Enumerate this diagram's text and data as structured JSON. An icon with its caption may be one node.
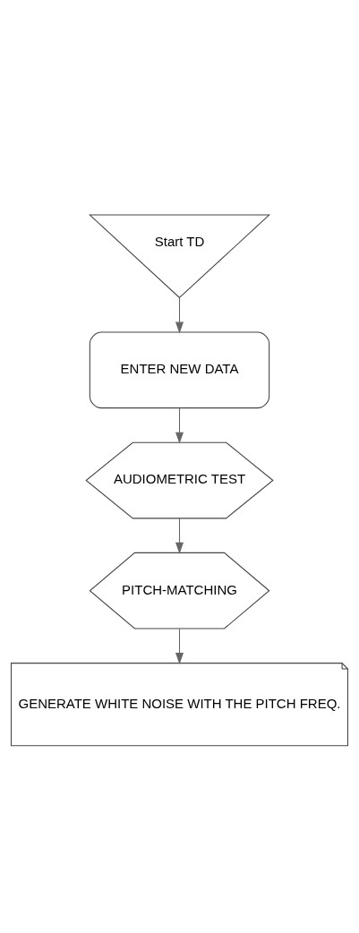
{
  "diagram": {
    "nodes": [
      {
        "text": [
          "Start TD"
        ]
      },
      {
        "text": [
          "ENTER NEW DATA"
        ]
      },
      {
        "text": [
          "AUDIOMETRIC TEST"
        ]
      },
      {
        "text": [
          "PITCH-MATCHING"
        ]
      },
      {
        "text": [
          "GENERATE WHITE NOISE WITH THE PITCH FREQ."
        ]
      }
    ],
    "edges": [
      {
        "from": 0,
        "to": 1,
        "arrow": "to"
      },
      {
        "from": 1,
        "to": 2,
        "arrow": "to"
      },
      {
        "from": 2,
        "to": 3,
        "arrow": "to"
      },
      {
        "from": 3,
        "to": 4,
        "arrow": "to"
      }
    ]
  }
}
